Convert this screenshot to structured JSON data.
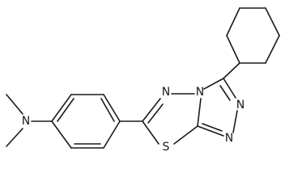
{
  "molecule": {
    "atoms": {
      "n_amine": "N",
      "n_triazole_top": "N",
      "n_triazole_right": "N",
      "n_triazole_bottom": "N",
      "n_thiadiazole_top": "N",
      "s_thiadiazole": "S"
    }
  }
}
